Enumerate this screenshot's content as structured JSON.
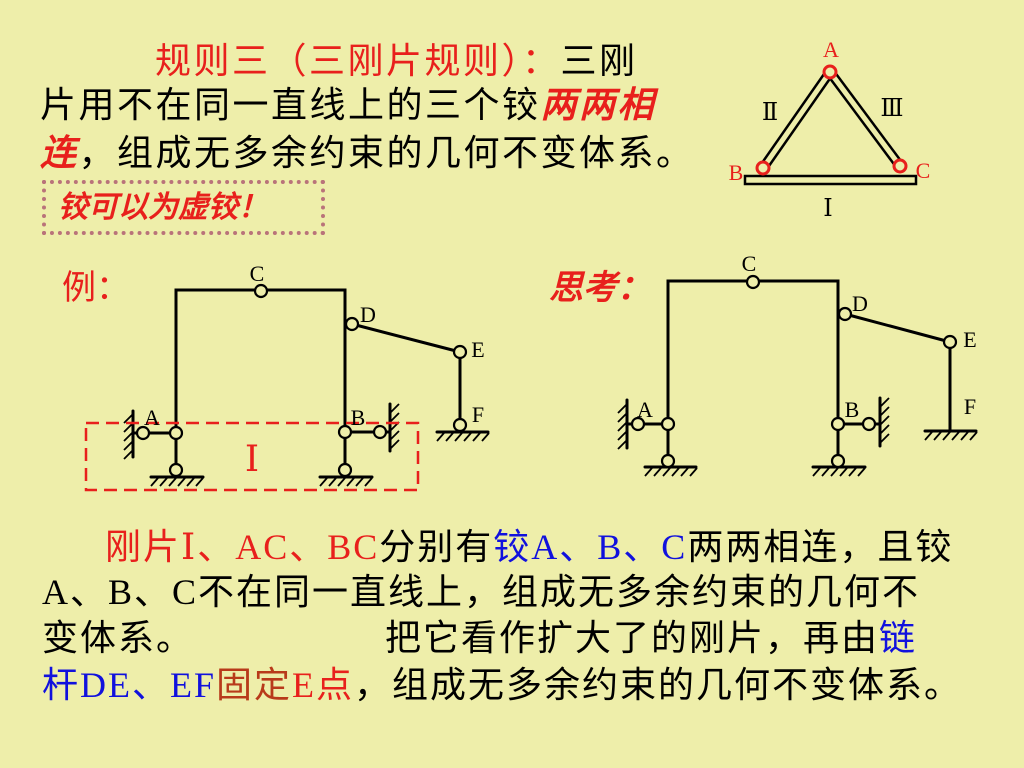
{
  "colors": {
    "background": "#eeeeaa",
    "red": "#e8201c",
    "blue": "#1111dd",
    "dark_red": "#b83a1a",
    "text": "#000000",
    "note_border": "#b9737a"
  },
  "rule": {
    "title": "规则三（三刚片规则）：",
    "line1_rest": "三刚",
    "line2_plain": "片用不在同一直线上的三个铰",
    "line2_emphasis": "两两相",
    "line3_emphasis": "连",
    "line3_plain": "，组成无多余约束的几何不变体系。"
  },
  "note": "铰可以为虚铰！",
  "triangle": {
    "hinge_A": "A",
    "hinge_B": "B",
    "hinge_C": "C",
    "member_I": "Ⅰ",
    "member_II": "Ⅱ",
    "member_III": "Ⅲ"
  },
  "example": {
    "heading": "例：",
    "hinge_A": "A",
    "hinge_B": "B",
    "hinge_C": "C",
    "hinge_D": "D",
    "hinge_E": "E",
    "support_F": "F",
    "rigid_body_label": "Ⅰ"
  },
  "think": {
    "heading": "思考：",
    "hinge_A": "A",
    "hinge_B": "B",
    "hinge_C": "C",
    "hinge_D": "D",
    "hinge_E": "E",
    "support_F": "F"
  },
  "explanation": {
    "line1": {
      "rigid_bodies": "刚片Ⅰ、AC、BC",
      "plain1": "分别有",
      "hinges": "铰A、B、C",
      "plain2": "两两相连，且铰"
    },
    "line2": "A、B、C不在同一直线上，组成无多余约束的几何不",
    "line3": {
      "plain1": "变体系。",
      "plain2": "把它看作扩大了的刚片，再由",
      "links_start": "链"
    },
    "line4": {
      "links_end": "杆DE、EF",
      "fix": "固定",
      "point": "E点",
      "plain": "，组成无多余约束的几何不变体系。"
    }
  }
}
